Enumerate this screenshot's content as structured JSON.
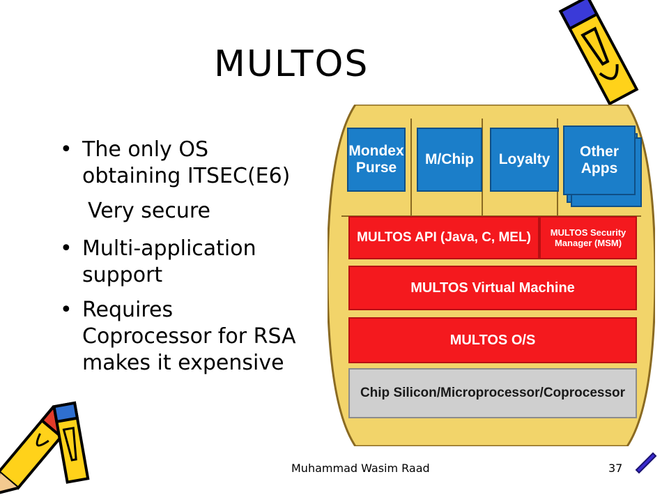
{
  "slide": {
    "title": "MULTOS",
    "bullets": [
      {
        "text": "The only OS obtaining ITSEC(E6)"
      },
      {
        "text": "Very secure"
      },
      {
        "text": "Multi-application support"
      },
      {
        "text": "Requires Coprocessor for RSA  makes it expensive"
      }
    ],
    "bullet_glyph": "•",
    "footer": {
      "author": "Muhammad Wasim Raad",
      "page": "37"
    }
  },
  "diagram": {
    "apps": [
      {
        "label": "Mondex Purse"
      },
      {
        "label": "M/Chip"
      },
      {
        "label": "Loyalty"
      },
      {
        "label": "Other Apps"
      }
    ],
    "api_label": "MULTOS API (Java, C, MEL)",
    "security_label": "MULTOS Security Manager (MSM)",
    "vm_label": "MULTOS Virtual Machine",
    "os_label": "MULTOS O/S",
    "chip_label": "Chip Silicon/Microprocessor/Coprocessor",
    "colors": {
      "frame": "#f2d46a",
      "frame_border": "#8a6a22",
      "app": "#1b7ec9",
      "layer": "#f4191e",
      "chip": "#cfcfcf"
    }
  },
  "decor": {
    "clipart": "pencil-clipart",
    "corner": "pencil-tip-clipart"
  }
}
